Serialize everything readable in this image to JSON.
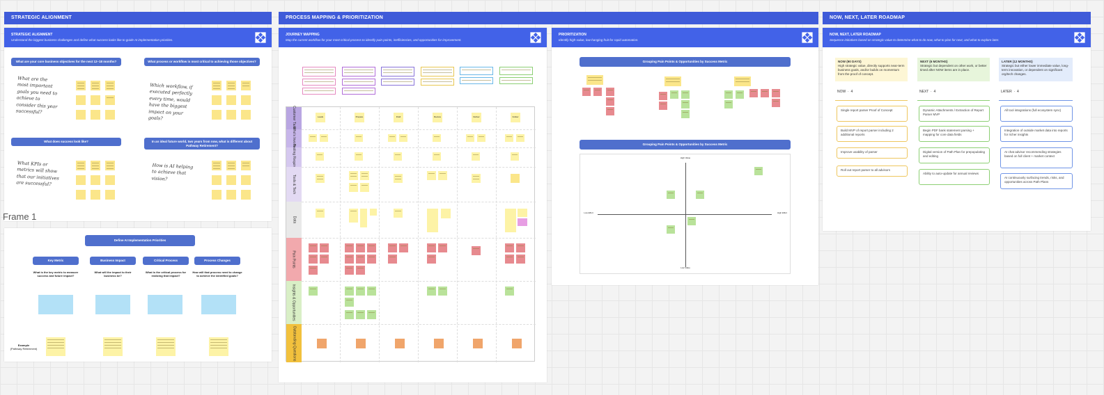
{
  "sections": {
    "strategic": "STRATEGIC ALIGNMENT",
    "process": "PROCESS MAPPING & PRIORITIZATION",
    "roadmap": "NOW, NEXT, LATER ROADMAP"
  },
  "colors": {
    "section_bar": "#3f5bd9",
    "frame_header": "#4262e8",
    "pill": "#4f6fcd"
  },
  "strategic_frame": {
    "title": "STRATEGIC ALIGNMENT",
    "subtitle": "Understand the biggest business challenges and define what success looks like to guide AI implementation priorities.",
    "questions": [
      "What are your core business objectives for the next 12–18 months?",
      "What process or workflow is most critical to achieving those objectives?",
      "What does success look like?",
      "In an ideal future world, two years from now, what is different about Pathway Retirement?"
    ],
    "hand_notes": [
      "What are the most important goals you need to achieve to consider this year successful?",
      "Which workflow, if executed perfectly every time, would have the biggest impact on your goals?",
      "What KPIs or metrics will show that our initiatives are successful?",
      "How is AI helping to achieve that vision?"
    ]
  },
  "frame1": {
    "label": "Frame 1",
    "title": "Define AI Implementation Priorities",
    "columns": [
      {
        "pill": "Key Metric",
        "question": "What is the key metric to measure success and future impact?"
      },
      {
        "pill": "Business Impact",
        "question": "What will the impact to their business be?"
      },
      {
        "pill": "Critical Process",
        "question": "What is the critical process for realizing that impact?"
      },
      {
        "pill": "Process Changes",
        "question": "How will that process need to change to achieve the identified goals?"
      }
    ],
    "example_label": "Example",
    "example_sub": "(Pathway Retirement)"
  },
  "journey": {
    "title": "JOURNEY MAPPING",
    "subtitle": "Map the current workflow for your most critical process to identify pain points, inefficiencies, and opportunities for improvement.",
    "rows": [
      "Customer Tasks",
      "Who's Involved",
      "Tooling Required",
      "Tools & Tech",
      "Data",
      "Pain Points",
      "Insights & Opportunities",
      "Outstanding Questions"
    ],
    "col_tags": [
      "Leads",
      "Prepare",
      "Draft",
      "Review",
      "Deliver",
      "Follow"
    ]
  },
  "prioritization": {
    "title": "PRIORITIZATION",
    "subtitle": "Identify high-value, low-hanging fruit for rapid automation.",
    "group_pill": "Grouping Pain Points & Opportunities by Success Metric",
    "matrix_pill": "Grouping Pain Points & Opportunities by Success Metric",
    "axis_top": "High Value",
    "axis_bottom": "Low Value",
    "axis_left": "Low Effort",
    "axis_right": "High Effort"
  },
  "roadmap": {
    "title": "NOW, NEXT, LATER ROADMAP",
    "subtitle": "Sequence initiatives based on strategic value to determine what to do now, what to plan for next, and what to explore later.",
    "columns": [
      {
        "head": "NOW (90 DAYS)",
        "desc": "High strategic value, directly supports near-term business goals, and/or builds on momentum from the proof of concept.",
        "label": "NOW",
        "count": "4",
        "items": [
          "Single report parser Proof of Concept",
          "Build MVP of report parser including 2 additional reports",
          "Improve usability of parser",
          "Roll out report parser to all advisors"
        ]
      },
      {
        "head": "NEXT (6 MONTHS)",
        "desc": "Strategic but dependent on other work, or better timed after NOW items are in place.",
        "label": "NEXT",
        "count": "4",
        "items": [
          "Dynamic Attachments / Extraction of Report Parser MVP",
          "Begin PDF bank statement parsing + mapping for core data fields",
          "Digital version of Path Plan for prepopulating and editing",
          "Ability to auto-update for annual reviews"
        ]
      },
      {
        "head": "LATER (12 MONTHS)",
        "desc": "Strategic but either lower immediate value, long-term innovation, or dependent on significant org/tech changes.",
        "label": "LATER",
        "count": "4",
        "items": [
          "All tool integrations (full ecosystem sync)",
          "Integration of outside market data into reports for richer insights",
          "AI chat advisor recommending strategies based on full client + market context",
          "AI continuously surfacing trends, risks, and opportunities across Path Plans"
        ]
      }
    ]
  }
}
